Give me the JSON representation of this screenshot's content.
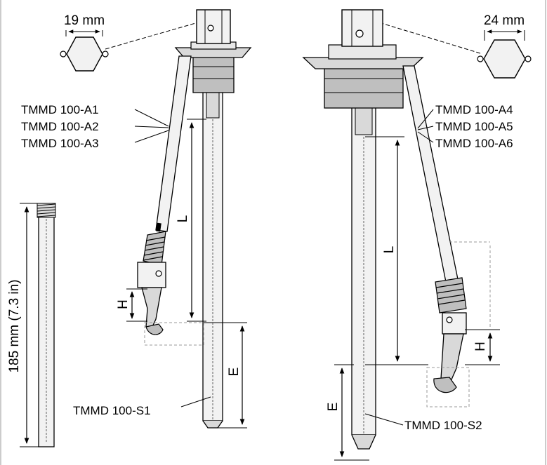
{
  "left_tool": {
    "wrench_size": "19 mm",
    "arm_labels": [
      "TMMD 100-A1",
      "TMMD 100-A2",
      "TMMD 100-A3"
    ],
    "spindle_label": "TMMD 100-S1",
    "dim_l": "L",
    "dim_h": "H",
    "dim_e": "E"
  },
  "right_tool": {
    "wrench_size": "24 mm",
    "arm_labels": [
      "TMMD 100-A4",
      "TMMD 100-A5",
      "TMMD 100-A6"
    ],
    "spindle_label": "TMMD 100-S2",
    "dim_l": "L",
    "dim_h": "H",
    "dim_e": "E"
  },
  "extension": {
    "length_label": "185 mm (7.3 in)"
  },
  "colors": {
    "line": "#000000",
    "fill_light": "#f2f2f2",
    "fill_mid": "#d9d9d9",
    "fill_dark": "#bfbfbf",
    "hidden": "#b8b8b8"
  }
}
